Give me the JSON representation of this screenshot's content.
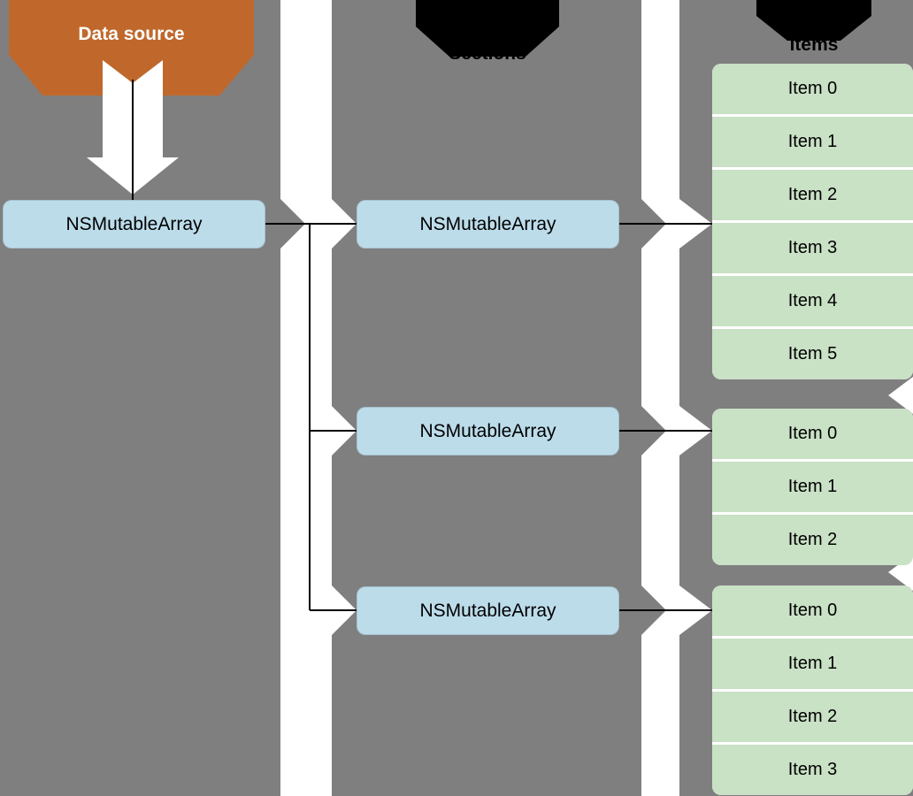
{
  "colors": {
    "background": "#7f7f7f",
    "band": "#ffffff",
    "banner_orange": "#c0682c",
    "banner_black": "#000000",
    "array_box": "#bcdcea",
    "item_row": "#c9e1c5",
    "connector": "#000000",
    "banner_text_orange": "#ffffff",
    "label_text": "#000000"
  },
  "banners": {
    "data_source": "Data source",
    "sections": "Sections",
    "items": "Items"
  },
  "data_source_array": "NSMutableArray",
  "section_arrays": [
    "NSMutableArray",
    "NSMutableArray",
    "NSMutableArray"
  ],
  "item_groups": [
    {
      "items": [
        "Item 0",
        "Item 1",
        "Item 2",
        "Item 3",
        "Item 4",
        "Item 5"
      ]
    },
    {
      "items": [
        "Item 0",
        "Item 1",
        "Item 2"
      ]
    },
    {
      "items": [
        "Item 0",
        "Item 1",
        "Item 2",
        "Item 3"
      ]
    }
  ]
}
